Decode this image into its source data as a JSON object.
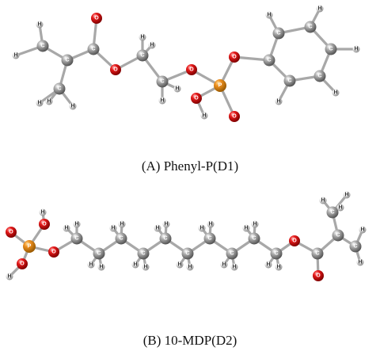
{
  "molecule_a": {
    "caption": "(A) Phenyl-P(D1)",
    "atoms": [
      {
        "e": "O",
        "p": [
          122,
          23
        ]
      },
      {
        "e": "C",
        "p": [
          118,
          62
        ]
      },
      {
        "e": "C",
        "p": [
          54,
          58
        ]
      },
      {
        "e": "C",
        "p": [
          85,
          76
        ]
      },
      {
        "e": "C",
        "p": [
          75,
          112
        ]
      },
      {
        "e": "O",
        "p": [
          146,
          88
        ]
      },
      {
        "e": "C",
        "p": [
          180,
          70
        ]
      },
      {
        "e": "C",
        "p": [
          205,
          103
        ]
      },
      {
        "e": "O",
        "p": [
          242,
          88
        ]
      },
      {
        "e": "P",
        "p": [
          278,
          108
        ]
      },
      {
        "e": "O",
        "p": [
          296,
          72
        ]
      },
      {
        "e": "O",
        "p": [
          248,
          124
        ]
      },
      {
        "e": "O",
        "p": [
          296,
          147
        ]
      },
      {
        "e": "C",
        "p": [
          340,
          76
        ]
      },
      {
        "e": "C",
        "p": [
          352,
          42
        ]
      },
      {
        "e": "C",
        "p": [
          392,
          34
        ]
      },
      {
        "e": "C",
        "p": [
          418,
          62
        ]
      },
      {
        "e": "C",
        "p": [
          404,
          96
        ]
      },
      {
        "e": "C",
        "p": [
          366,
          102
        ]
      },
      {
        "e": "H",
        "p": [
          20,
          70
        ]
      },
      {
        "e": "H",
        "p": [
          50,
          31
        ]
      },
      {
        "e": "H",
        "p": [
          50,
          130
        ]
      },
      {
        "e": "H",
        "p": [
          92,
          134
        ]
      },
      {
        "e": "H",
        "p": [
          62,
          128
        ]
      },
      {
        "e": "H",
        "p": [
          180,
          47
        ]
      },
      {
        "e": "H",
        "p": [
          192,
          57
        ]
      },
      {
        "e": "H",
        "p": [
          205,
          127
        ]
      },
      {
        "e": "H",
        "p": [
          224,
          112
        ]
      },
      {
        "e": "H",
        "p": [
          258,
          146
        ]
      },
      {
        "e": "H",
        "p": [
          340,
          19
        ]
      },
      {
        "e": "H",
        "p": [
          404,
          11
        ]
      },
      {
        "e": "H",
        "p": [
          450,
          62
        ]
      },
      {
        "e": "H",
        "p": [
          424,
          117
        ]
      },
      {
        "e": "H",
        "p": [
          352,
          128
        ]
      }
    ],
    "bonds": [
      [
        0,
        1
      ],
      [
        1,
        3
      ],
      [
        2,
        3
      ],
      [
        3,
        4
      ],
      [
        1,
        5
      ],
      [
        5,
        6
      ],
      [
        6,
        7
      ],
      [
        7,
        8
      ],
      [
        8,
        9
      ],
      [
        9,
        10
      ],
      [
        9,
        11
      ],
      [
        9,
        12
      ],
      [
        10,
        13
      ],
      [
        13,
        14
      ],
      [
        14,
        15
      ],
      [
        15,
        16
      ],
      [
        16,
        17
      ],
      [
        17,
        18
      ],
      [
        18,
        13
      ],
      [
        2,
        19
      ],
      [
        2,
        20
      ],
      [
        4,
        21
      ],
      [
        4,
        22
      ],
      [
        4,
        23
      ],
      [
        6,
        24
      ],
      [
        6,
        25
      ],
      [
        7,
        26
      ],
      [
        7,
        27
      ],
      [
        11,
        28
      ],
      [
        14,
        29
      ],
      [
        15,
        30
      ],
      [
        16,
        31
      ],
      [
        17,
        32
      ],
      [
        18,
        33
      ]
    ]
  },
  "molecule_b": {
    "caption": "(B) 10-MDP(D2)",
    "atoms": [
      {
        "e": "O",
        "p": [
          14,
          293
        ]
      },
      {
        "e": "O",
        "p": [
          56,
          283
        ]
      },
      {
        "e": "O",
        "p": [
          28,
          333
        ]
      },
      {
        "e": "P",
        "p": [
          37,
          311
        ]
      },
      {
        "e": "O",
        "p": [
          68,
          318
        ]
      },
      {
        "e": "C",
        "p": [
          97,
          301
        ]
      },
      {
        "e": "C",
        "p": [
          125,
          320
        ]
      },
      {
        "e": "C",
        "p": [
          153,
          301
        ]
      },
      {
        "e": "C",
        "p": [
          181,
          320
        ]
      },
      {
        "e": "C",
        "p": [
          209,
          301
        ]
      },
      {
        "e": "C",
        "p": [
          237,
          320
        ]
      },
      {
        "e": "C",
        "p": [
          265,
          301
        ]
      },
      {
        "e": "C",
        "p": [
          293,
          320
        ]
      },
      {
        "e": "C",
        "p": [
          321,
          301
        ]
      },
      {
        "e": "C",
        "p": [
          349,
          320
        ]
      },
      {
        "e": "O",
        "p": [
          372,
          304
        ]
      },
      {
        "e": "C",
        "p": [
          401,
          320
        ]
      },
      {
        "e": "O",
        "p": [
          402,
          348
        ]
      },
      {
        "e": "C",
        "p": [
          427,
          297
        ]
      },
      {
        "e": "C",
        "p": [
          449,
          311
        ]
      },
      {
        "e": "C",
        "p": [
          420,
          268
        ]
      },
      {
        "e": "H",
        "p": [
          54,
          268
        ]
      },
      {
        "e": "H",
        "p": [
          12,
          349
        ]
      },
      {
        "e": "H",
        "p": [
          84,
          288
        ]
      },
      {
        "e": "H",
        "p": [
          97,
          283
        ]
      },
      {
        "e": "H",
        "p": [
          115,
          334
        ]
      },
      {
        "e": "H",
        "p": [
          128,
          337
        ]
      },
      {
        "e": "H",
        "p": [
          143,
          288
        ]
      },
      {
        "e": "H",
        "p": [
          154,
          283
        ]
      },
      {
        "e": "H",
        "p": [
          171,
          334
        ]
      },
      {
        "e": "H",
        "p": [
          184,
          337
        ]
      },
      {
        "e": "H",
        "p": [
          199,
          288
        ]
      },
      {
        "e": "H",
        "p": [
          210,
          283
        ]
      },
      {
        "e": "H",
        "p": [
          227,
          334
        ]
      },
      {
        "e": "H",
        "p": [
          240,
          337
        ]
      },
      {
        "e": "H",
        "p": [
          255,
          288
        ]
      },
      {
        "e": "H",
        "p": [
          266,
          283
        ]
      },
      {
        "e": "H",
        "p": [
          283,
          334
        ]
      },
      {
        "e": "H",
        "p": [
          296,
          337
        ]
      },
      {
        "e": "H",
        "p": [
          311,
          288
        ]
      },
      {
        "e": "H",
        "p": [
          322,
          283
        ]
      },
      {
        "e": "H",
        "p": [
          339,
          334
        ]
      },
      {
        "e": "H",
        "p": [
          352,
          337
        ]
      },
      {
        "e": "H",
        "p": [
          458,
          290
        ]
      },
      {
        "e": "H",
        "p": [
          455,
          331
        ]
      },
      {
        "e": "H",
        "p": [
          408,
          253
        ]
      },
      {
        "e": "H",
        "p": [
          438,
          246
        ]
      },
      {
        "e": "H",
        "p": [
          430,
          262
        ]
      }
    ],
    "bonds": [
      [
        0,
        3
      ],
      [
        1,
        3
      ],
      [
        2,
        3
      ],
      [
        3,
        4
      ],
      [
        4,
        5
      ],
      [
        5,
        6
      ],
      [
        6,
        7
      ],
      [
        7,
        8
      ],
      [
        8,
        9
      ],
      [
        9,
        10
      ],
      [
        10,
        11
      ],
      [
        11,
        12
      ],
      [
        12,
        13
      ],
      [
        13,
        14
      ],
      [
        14,
        15
      ],
      [
        15,
        16
      ],
      [
        16,
        17
      ],
      [
        16,
        18
      ],
      [
        18,
        19
      ],
      [
        18,
        20
      ],
      [
        1,
        21
      ],
      [
        2,
        22
      ],
      [
        5,
        23
      ],
      [
        5,
        24
      ],
      [
        6,
        25
      ],
      [
        6,
        26
      ],
      [
        7,
        27
      ],
      [
        7,
        28
      ],
      [
        8,
        29
      ],
      [
        8,
        30
      ],
      [
        9,
        31
      ],
      [
        9,
        32
      ],
      [
        10,
        33
      ],
      [
        10,
        34
      ],
      [
        11,
        35
      ],
      [
        11,
        36
      ],
      [
        12,
        37
      ],
      [
        12,
        38
      ],
      [
        13,
        39
      ],
      [
        13,
        40
      ],
      [
        14,
        41
      ],
      [
        14,
        42
      ],
      [
        19,
        43
      ],
      [
        19,
        44
      ],
      [
        20,
        45
      ],
      [
        20,
        46
      ],
      [
        20,
        47
      ]
    ]
  },
  "element_colors": {
    "C": "#8c8c8c",
    "O": "#e01010",
    "P": "#e08a1a",
    "H": "#d8d8d8"
  },
  "label_colors": {
    "C": "#ffffff",
    "O": "#ffffff",
    "P": "#ffffff",
    "H": "#333333"
  }
}
